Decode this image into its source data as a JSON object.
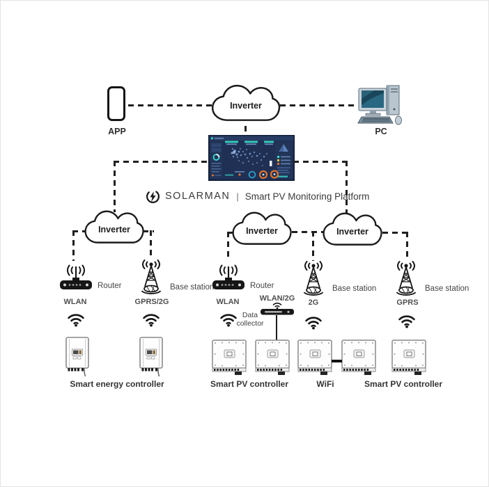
{
  "top": {
    "app_label": "APP",
    "pc_label": "PC"
  },
  "clouds": {
    "top": "Inverter",
    "left": "Inverter",
    "middle": "Inverter",
    "right": "Inverter"
  },
  "platform": {
    "brand": "SOLARMAN",
    "divider": "|",
    "name": "Smart PV Monitoring Platform"
  },
  "network": {
    "router_left": {
      "label": "Router",
      "sublabel": "WLAN"
    },
    "base_left": {
      "label": "Base station",
      "sublabel": "GPRS/2G"
    },
    "router_mid": {
      "label": "Router",
      "sublabel": "WLAN"
    },
    "base_mid": {
      "label": "Base station",
      "sublabel": "2G"
    },
    "base_right": {
      "label": "Base station",
      "sublabel": "GPRS"
    }
  },
  "collector": {
    "connection": "WLAN/2G",
    "label": "Data collector"
  },
  "groups": {
    "energy": "Smart energy controller",
    "pv_mid": "Smart PV controller",
    "wifi": "WiFi",
    "pv_right": "Smart PV controller"
  },
  "icons": {
    "phone": "smartphone-icon",
    "pc": "desktop-pc-icon",
    "cloud": "cloud-icon",
    "router": "router-icon",
    "base_station": "base-station-icon",
    "wifi": "wifi-icon",
    "inverter_tall": "wall-inverter-icon",
    "inverter_square": "pv-inverter-icon",
    "collector": "data-collector-icon",
    "logo": "solarman-logo-icon",
    "dashboard": "monitoring-dashboard-screenshot"
  },
  "colors": {
    "line": "#1f1f1f",
    "label": "#3a3a3a",
    "dashboard_bg": "#1f3054",
    "accent_teal": "#37e0c8",
    "accent_orange": "#e0742e",
    "pc_screen": "#19465a"
  }
}
